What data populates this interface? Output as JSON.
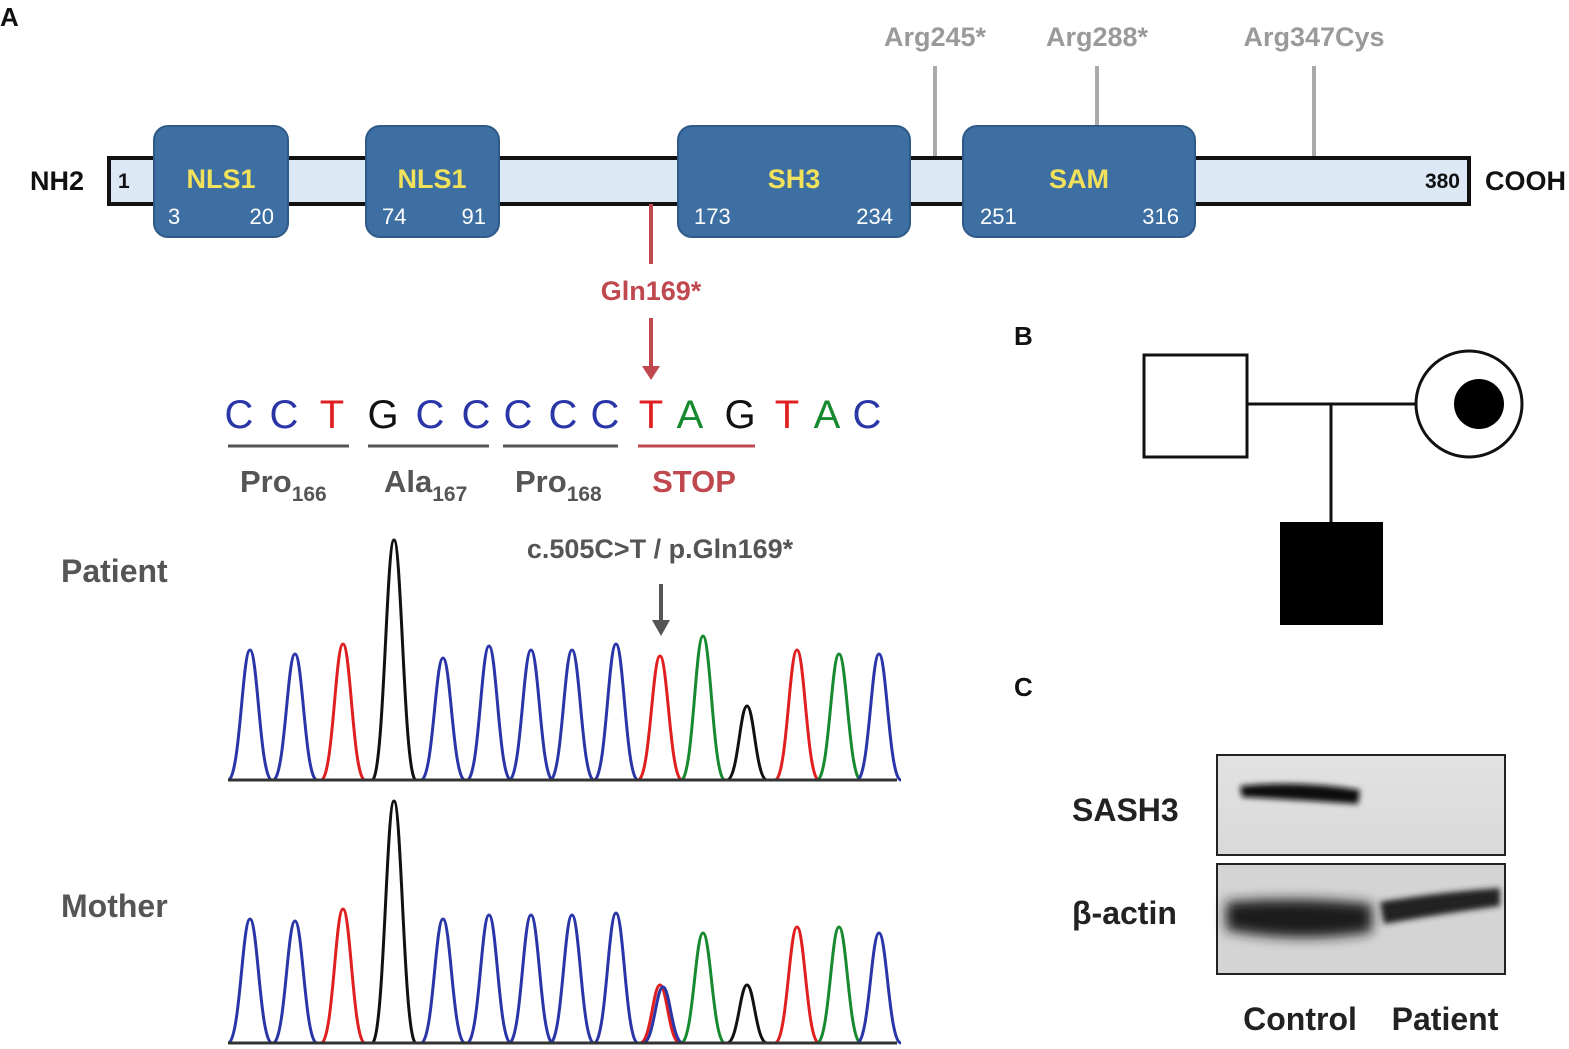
{
  "panels": {
    "a": "A",
    "b": "B",
    "c": "C"
  },
  "protein": {
    "n_term": "NH2",
    "c_term": "COOH",
    "start": "1",
    "end": "380",
    "domains": [
      {
        "name": "NLS1",
        "start": "3",
        "end": "20"
      },
      {
        "name": "NLS1",
        "start": "74",
        "end": "91"
      },
      {
        "name": "SH3",
        "start": "173",
        "end": "234"
      },
      {
        "name": "SAM",
        "start": "251",
        "end": "316"
      }
    ],
    "known_variants": [
      "Arg245*",
      "Arg288*",
      "Arg347Cys"
    ],
    "patient_variant": "Gln169*"
  },
  "sequence": {
    "bases": [
      "C",
      "C",
      "T",
      "G",
      "C",
      "C",
      "C",
      "C",
      "C",
      "T",
      "A",
      "G",
      "T",
      "A",
      "C"
    ],
    "codons": [
      {
        "aa": "Pro",
        "pos": "166"
      },
      {
        "aa": "Ala",
        "pos": "167"
      },
      {
        "aa": "Pro",
        "pos": "168"
      }
    ],
    "stop": "STOP"
  },
  "chromatogram": {
    "variant_label": "c.505C>T / p.Gln169*",
    "patient_label": "Patient",
    "mother_label": "Mother"
  },
  "western_blot": {
    "rows": [
      "SASH3",
      "β-actin"
    ],
    "lanes": [
      "Control",
      "Patient"
    ]
  },
  "colors": {
    "A": "#2a36a8",
    "C": "#2a36a8",
    "G": "#111111",
    "T": "#e02020",
    "A_base": "#178a30",
    "domain_fill": "#3e6fa3",
    "backbone_fill": "#dce8f4",
    "variant_red": "#c0484f"
  }
}
